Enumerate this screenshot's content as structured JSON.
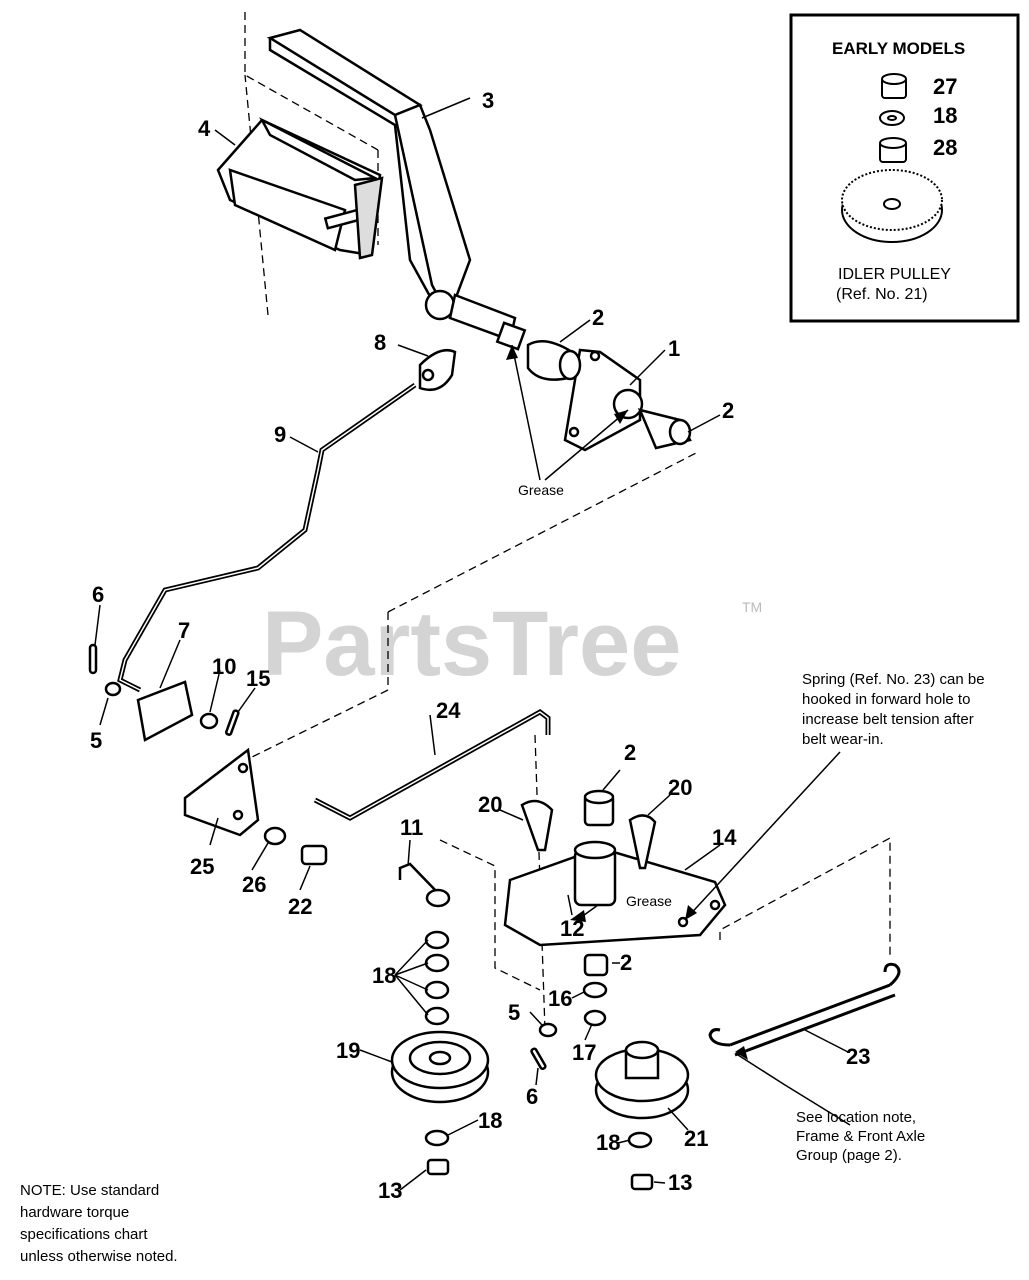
{
  "watermark": {
    "text": "PartsTree",
    "tm": "TM"
  },
  "inset": {
    "title": "EARLY MODELS",
    "parts": [
      "27",
      "18",
      "28"
    ],
    "caption_line1": "IDLER PULLEY",
    "caption_line2": "(Ref. No. 21)"
  },
  "callouts": {
    "c1": "1",
    "c2a": "2",
    "c2b": "2",
    "c2c": "2",
    "c2d": "2",
    "c3": "3",
    "c4": "4",
    "c5a": "5",
    "c5b": "5",
    "c6a": "6",
    "c6b": "6",
    "c7": "7",
    "c8": "8",
    "c9": "9",
    "c10": "10",
    "c11": "11",
    "c12": "12",
    "c13a": "13",
    "c13b": "13",
    "c14": "14",
    "c15": "15",
    "c16": "16",
    "c17": "17",
    "c18a": "18",
    "c18b": "18",
    "c18c": "18",
    "c19": "19",
    "c20a": "20",
    "c20b": "20",
    "c21": "21",
    "c22": "22",
    "c23": "23",
    "c24": "24",
    "c25": "25",
    "c26": "26"
  },
  "labels": {
    "grease_top": "Grease",
    "grease_plate": "Grease"
  },
  "notes": {
    "spring": [
      "Spring (Ref. No. 23) can be",
      "hooked in forward hole to",
      "increase belt tension after",
      "belt wear-in."
    ],
    "location": [
      "See location note,",
      "Frame & Front Axle",
      "Group (page 2)."
    ],
    "torque": [
      "NOTE:  Use standard",
      "hardware torque",
      "specifications chart",
      "unless otherwise noted."
    ]
  }
}
